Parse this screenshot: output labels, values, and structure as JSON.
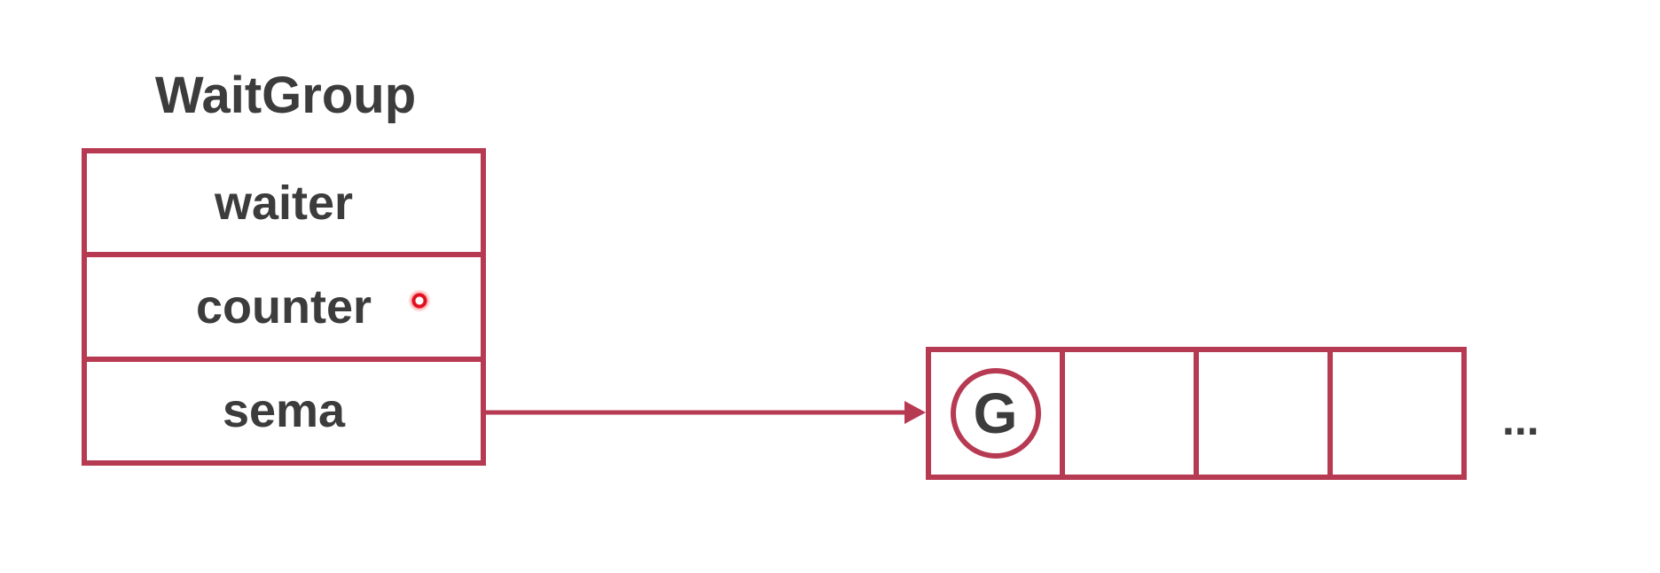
{
  "diagram": {
    "struct": {
      "title": "WaitGroup",
      "fields": [
        "waiter",
        "counter",
        "sema"
      ]
    },
    "queue": {
      "slots": [
        "G",
        "",
        "",
        ""
      ],
      "continuation": "..."
    },
    "colors": {
      "border": "#b73a53",
      "text": "#3c3c3c",
      "cursor": "#e0101e"
    }
  }
}
